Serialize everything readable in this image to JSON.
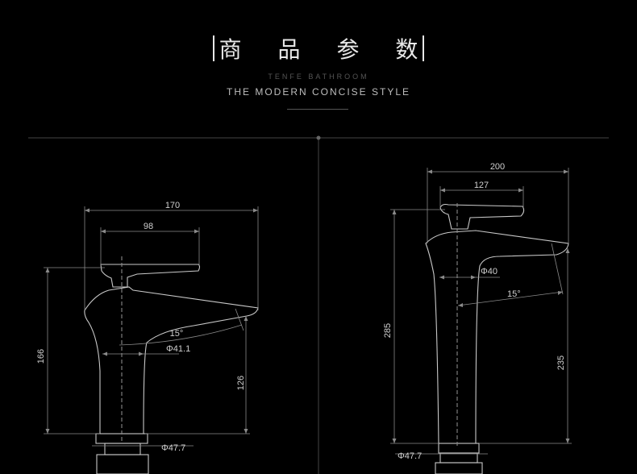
{
  "header": {
    "title": "商 品 参 数",
    "brand": "TENFE BATHROOM",
    "slogan": "THE MODERN CONCISE STYLE"
  },
  "left": {
    "width_total": "170",
    "width_handle": "98",
    "height_total": "166",
    "spout_height": "126",
    "angle": "15°",
    "spout_dia": "Φ41.1",
    "base_dia": "Φ47.7"
  },
  "right": {
    "width_total": "200",
    "width_handle": "127",
    "height_total": "285",
    "spout_height": "235",
    "angle": "15°",
    "spout_dia": "Φ40",
    "base_dia": "Φ47.7"
  }
}
